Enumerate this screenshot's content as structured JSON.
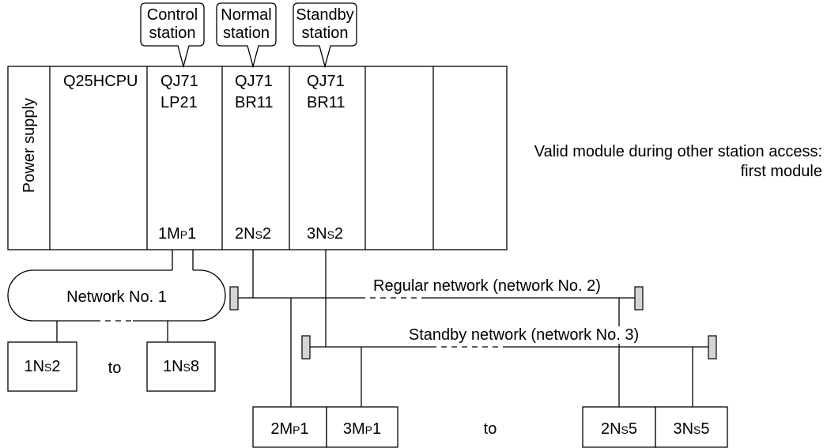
{
  "callouts": [
    {
      "line1": "Control",
      "line2": "station"
    },
    {
      "line1": "Normal",
      "line2": "station"
    },
    {
      "line1": "Standby",
      "line2": "station"
    }
  ],
  "rack": {
    "power_supply": "Power supply",
    "cpu": "Q25HCPU",
    "modules": [
      {
        "line1": "QJ71",
        "line2": "LP21",
        "station": {
          "main": "1M",
          "small": "P",
          "tail": "1"
        }
      },
      {
        "line1": "QJ71",
        "line2": "BR11",
        "station": {
          "main": "2N",
          "small": "S",
          "tail": "2"
        }
      },
      {
        "line1": "QJ71",
        "line2": "BR11",
        "station": {
          "main": "3N",
          "small": "S",
          "tail": "2"
        }
      }
    ]
  },
  "note": {
    "line1": "Valid module during other station access:",
    "line2": "first module"
  },
  "network1": {
    "label": "Network No. 1",
    "stations": [
      {
        "main": "1N",
        "small": "S",
        "tail": "2"
      },
      {
        "main": "1N",
        "small": "S",
        "tail": "8"
      }
    ],
    "range_word": "to"
  },
  "regular_network": {
    "label": "Regular network (network No. 2)"
  },
  "standby_network": {
    "label": "Standby network (network No. 3)"
  },
  "lower_stations": {
    "stations": [
      {
        "main": "2M",
        "small": "P",
        "tail": "1"
      },
      {
        "main": "3M",
        "small": "P",
        "tail": "1"
      },
      {
        "main": "2N",
        "small": "S",
        "tail": "5"
      },
      {
        "main": "3N",
        "small": "S",
        "tail": "5"
      }
    ],
    "range_word": "to"
  }
}
